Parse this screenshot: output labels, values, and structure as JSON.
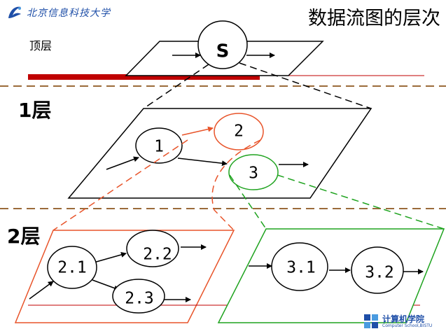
{
  "header": {
    "university_name": "北京信息科技大学",
    "slide_title": "数据流图的层次"
  },
  "levels": {
    "top": "顶层",
    "level1": "1层",
    "level2": "2层"
  },
  "nodes": {
    "s": "S",
    "n1": "1",
    "n2": "2",
    "n3": "3",
    "n2_1": "2.1",
    "n2_2": "2.2",
    "n2_3": "2.3",
    "n3_1": "3.1",
    "n3_2": "3.2"
  },
  "footer": {
    "school_cn": "计算机学院",
    "school_en": "Computer School,BISTU"
  },
  "colors": {
    "orange": "#e8542a",
    "green": "#1fa31f",
    "dark_red": "#c00000",
    "brown_dash": "#9b6b3a",
    "brand_blue": "#1f4fa8"
  }
}
